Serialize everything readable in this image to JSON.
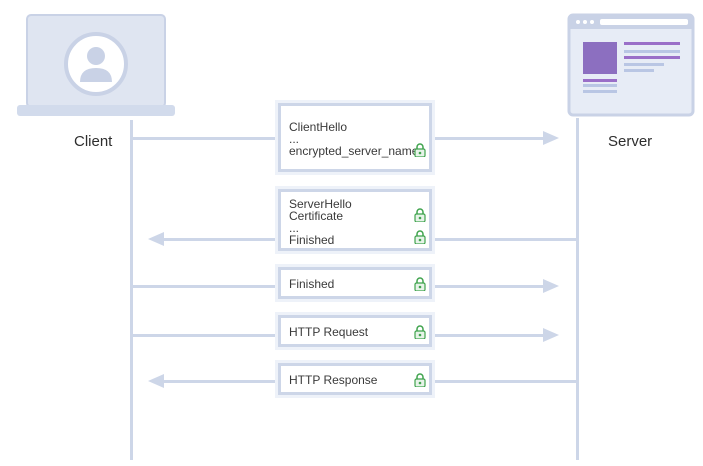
{
  "client": {
    "label": "Client"
  },
  "server": {
    "label": "Server"
  },
  "messages": [
    {
      "lines": [
        "ClientHello",
        "...",
        "encrypted_server_name"
      ],
      "direction": "to-server",
      "locked_lines": [
        2
      ]
    },
    {
      "lines": [
        "ServerHello",
        "Certificate",
        "...",
        "Finished"
      ],
      "direction": "to-client",
      "locked_lines": [
        1,
        3
      ]
    },
    {
      "lines": [
        "Finished"
      ],
      "direction": "to-server",
      "locked_lines": [
        0
      ]
    },
    {
      "lines": [
        "HTTP Request"
      ],
      "direction": "to-server",
      "locked_lines": [
        0
      ]
    },
    {
      "lines": [
        "HTTP Response"
      ],
      "direction": "to-client",
      "locked_lines": [
        0
      ]
    }
  ],
  "colors": {
    "line": "#cdd6e8",
    "lock": "#3fa34d",
    "accent": "#9a6fc8"
  },
  "icons": {
    "client": "user-laptop-icon",
    "server": "browser-window-icon",
    "lock": "padlock-icon"
  }
}
